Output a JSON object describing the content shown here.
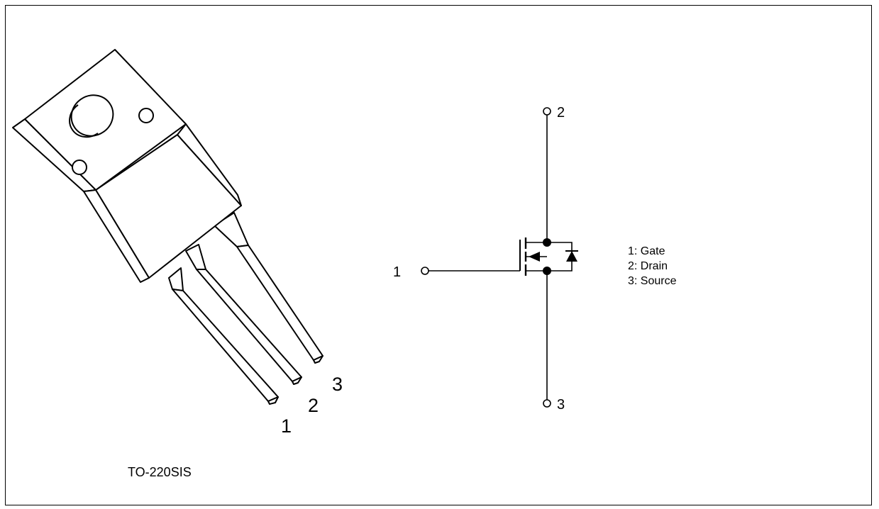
{
  "package": {
    "name": "TO-220SIS",
    "pins": [
      "1",
      "2",
      "3"
    ]
  },
  "schematic": {
    "terminals": {
      "gate": "1",
      "drain": "2",
      "source": "3"
    },
    "legend": [
      "1: Gate",
      "2: Drain",
      "3: Source"
    ]
  },
  "colors": {
    "line": "#000000",
    "background": "#ffffff"
  }
}
